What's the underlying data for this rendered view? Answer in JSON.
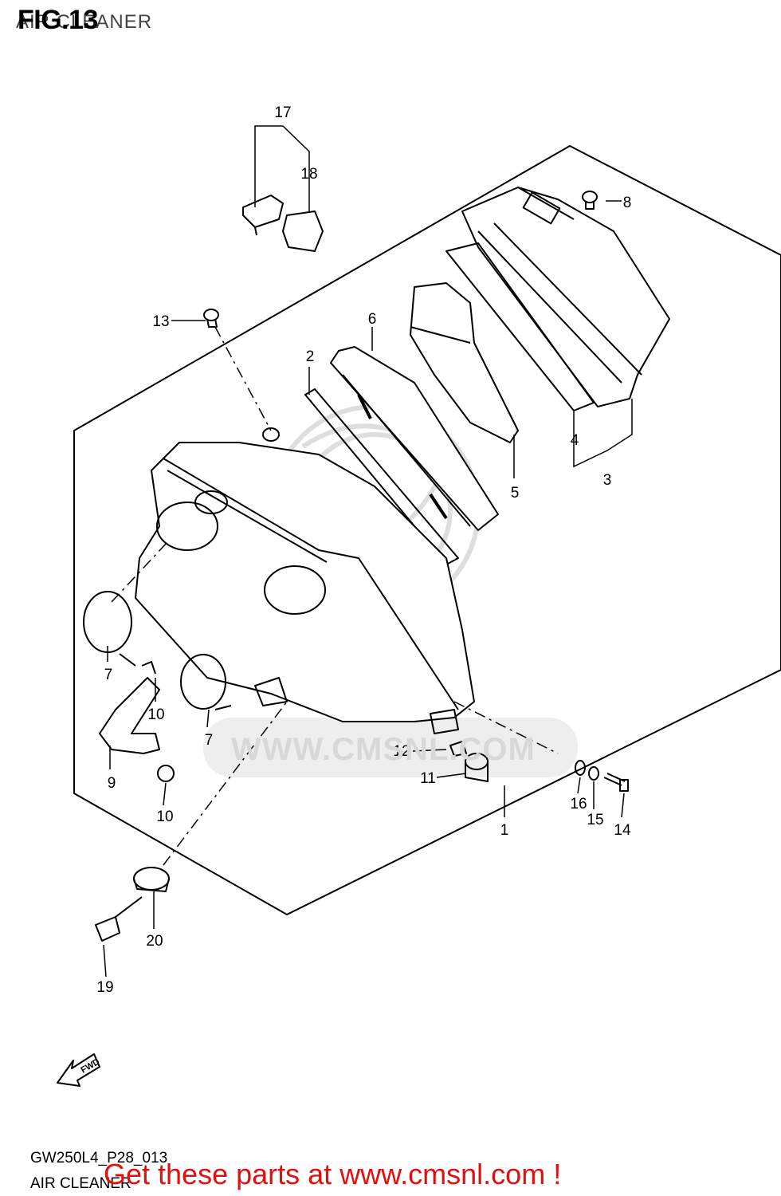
{
  "figure": {
    "title": "FIG.13",
    "subtitle": "AIR CLEANER"
  },
  "watermark": {
    "brand": "CMS",
    "url": "WWW.CMSNL.COM"
  },
  "callouts": {
    "c1": "1",
    "c2": "2",
    "c3": "3",
    "c4": "4",
    "c5": "5",
    "c6": "6",
    "c7a": "7",
    "c7b": "7",
    "c8": "8",
    "c9": "9",
    "c10a": "10",
    "c10b": "10",
    "c11": "11",
    "c12": "12",
    "c13": "13",
    "c14": "14",
    "c15": "15",
    "c16": "16",
    "c17": "17",
    "c18": "18",
    "c19": "19",
    "c20": "20"
  },
  "direction_marker": "FWD",
  "footer": {
    "ref_code": "GW250L4_P28_013",
    "ref_name": "AIR CLEANER",
    "promo": "Get these parts at www.cmsnl.com !"
  },
  "colors": {
    "line": "#000000",
    "promo": "#e01010",
    "watermark": "#d8d8d8"
  }
}
